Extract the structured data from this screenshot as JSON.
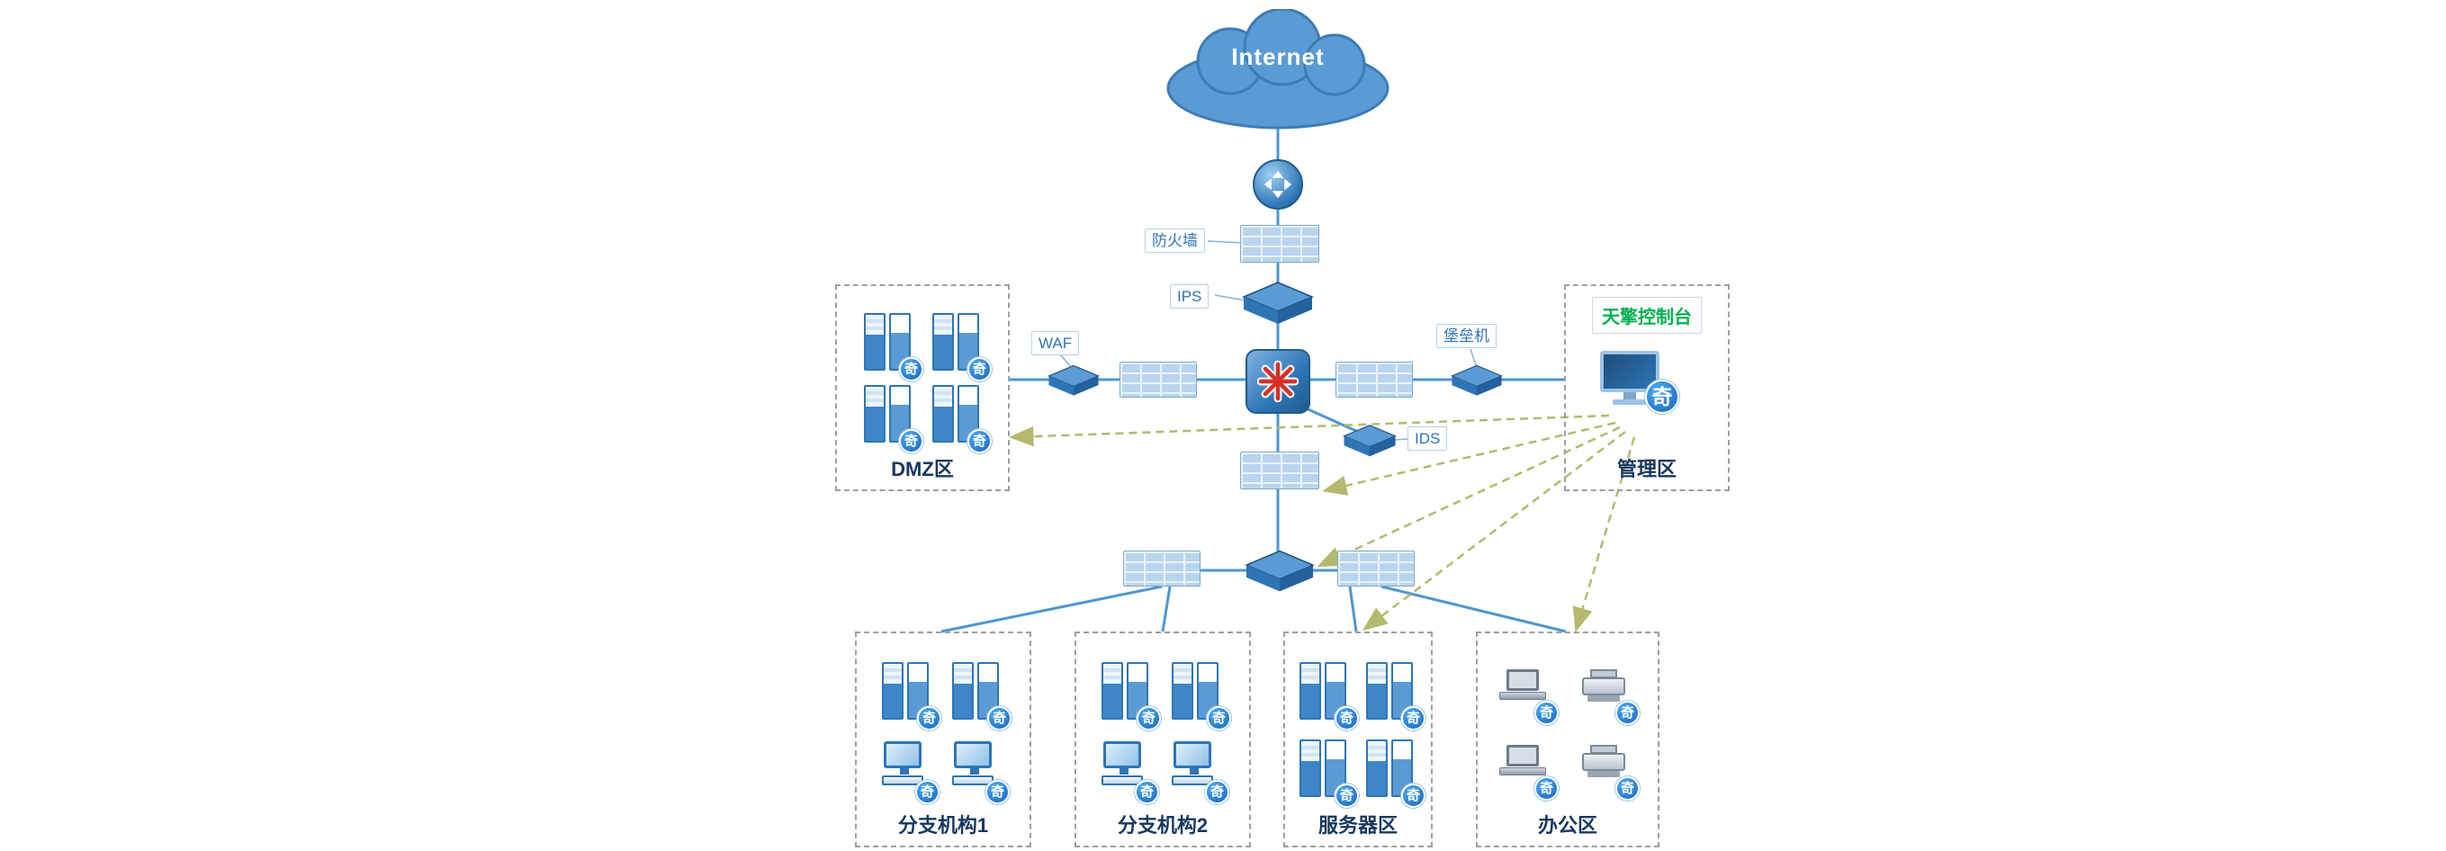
{
  "badge": "奇",
  "internet": {
    "label": "Internet"
  },
  "devices": {
    "firewall_top_label": "防火墙",
    "ips_label": "IPS",
    "waf_label": "WAF",
    "bastion_label": "堡垒机",
    "ids_label": "IDS"
  },
  "management": {
    "console_label": "天擎控制台",
    "zone_label": "管理区"
  },
  "zones": {
    "dmz": {
      "label": "DMZ区"
    },
    "branch1": {
      "label": "分支机构1"
    },
    "branch2": {
      "label": "分支机构2"
    },
    "servers": {
      "label": "服务器区"
    },
    "office": {
      "label": "办公区"
    }
  },
  "colors": {
    "link_blue": "#4f97cf",
    "dashed_olive": "#b5b96e",
    "core_red": "#d93025",
    "console_green": "#00b050",
    "device_blue": "#2e75b6"
  }
}
